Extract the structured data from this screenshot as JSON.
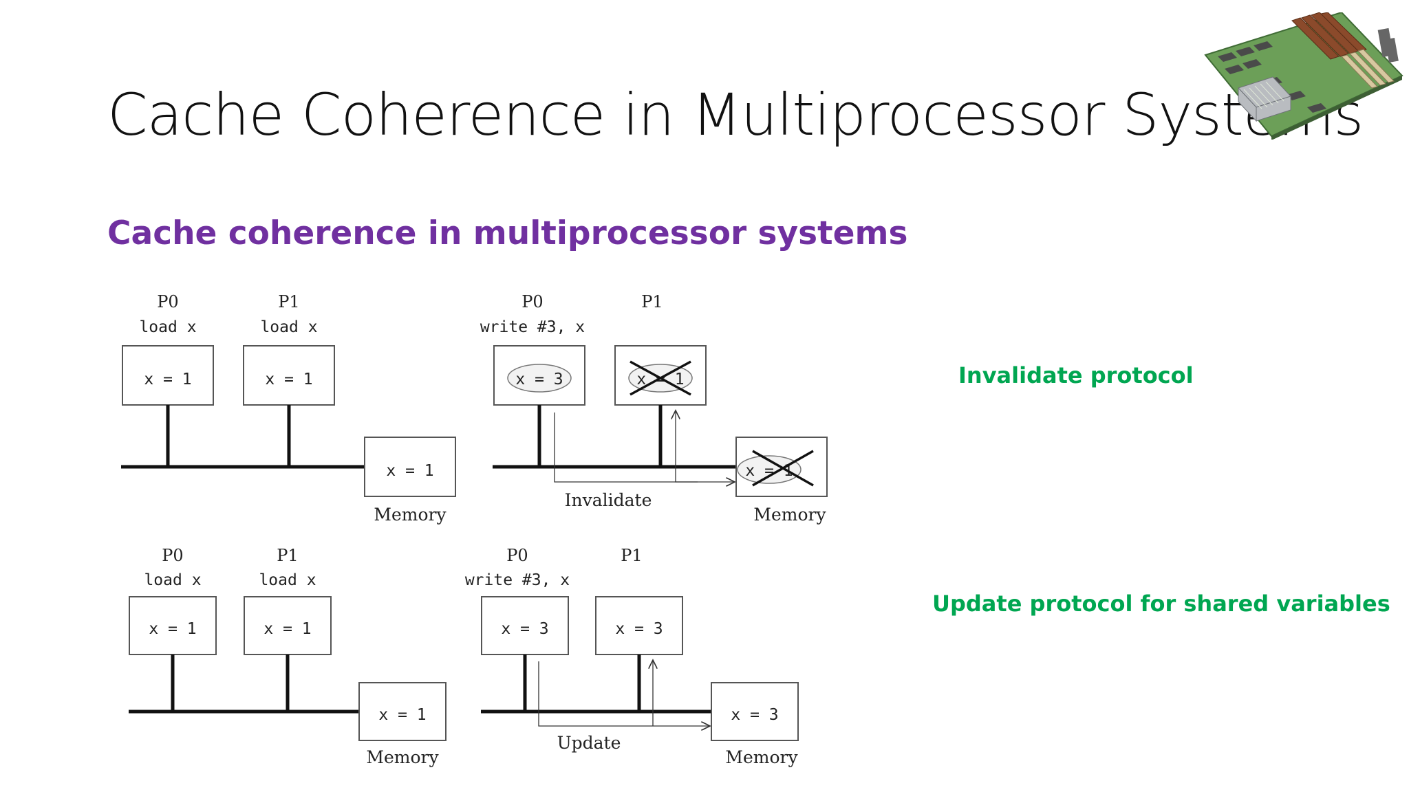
{
  "slide": {
    "title": "Cache Coherence in Multiprocessor Systems",
    "subtitle": "Cache coherence in multiprocessor systems",
    "labels": {
      "invalidate": "Invalidate protocol",
      "update": "Update protocol for shared variables"
    }
  },
  "icons": {
    "motherboard": "motherboard-icon"
  },
  "colors": {
    "title": "#111111",
    "subtitle": "#7030a0",
    "protocol_label": "#00a651"
  },
  "diagrams": {
    "top_left": {
      "p0": "P0",
      "p1": "P1",
      "p0_op": "load x",
      "p1_op": "load x",
      "p0_cache": "x = 1",
      "p1_cache": "x = 1",
      "memory_value": "x = 1",
      "memory_label": "Memory"
    },
    "top_right": {
      "p0": "P0",
      "p1": "P1",
      "p0_op": "write #3, x",
      "p0_cache": "x = 3",
      "p1_cache": "x = 1",
      "memory_value": "x = 1",
      "memory_label": "Memory",
      "signal_label": "Invalidate"
    },
    "bottom_left": {
      "p0": "P0",
      "p1": "P1",
      "p0_op": "load x",
      "p1_op": "load x",
      "p0_cache": "x = 1",
      "p1_cache": "x = 1",
      "memory_value": "x = 1",
      "memory_label": "Memory"
    },
    "bottom_right": {
      "p0": "P0",
      "p1": "P1",
      "p0_op": "write #3, x",
      "p0_cache": "x = 3",
      "p1_cache": "x = 3",
      "memory_value": "x = 3",
      "memory_label": "Memory",
      "signal_label": "Update"
    }
  }
}
